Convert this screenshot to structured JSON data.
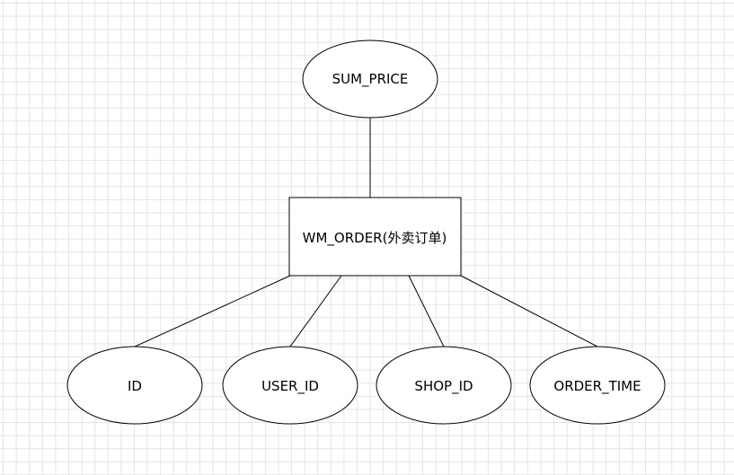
{
  "diagram": {
    "entity": {
      "label": "WM_ORDER(外卖订单)"
    },
    "attributes": {
      "sum_price": "SUM_PRICE",
      "id": "ID",
      "user_id": "USER_ID",
      "shop_id": "SHOP_ID",
      "order_time": "ORDER_TIME"
    }
  }
}
